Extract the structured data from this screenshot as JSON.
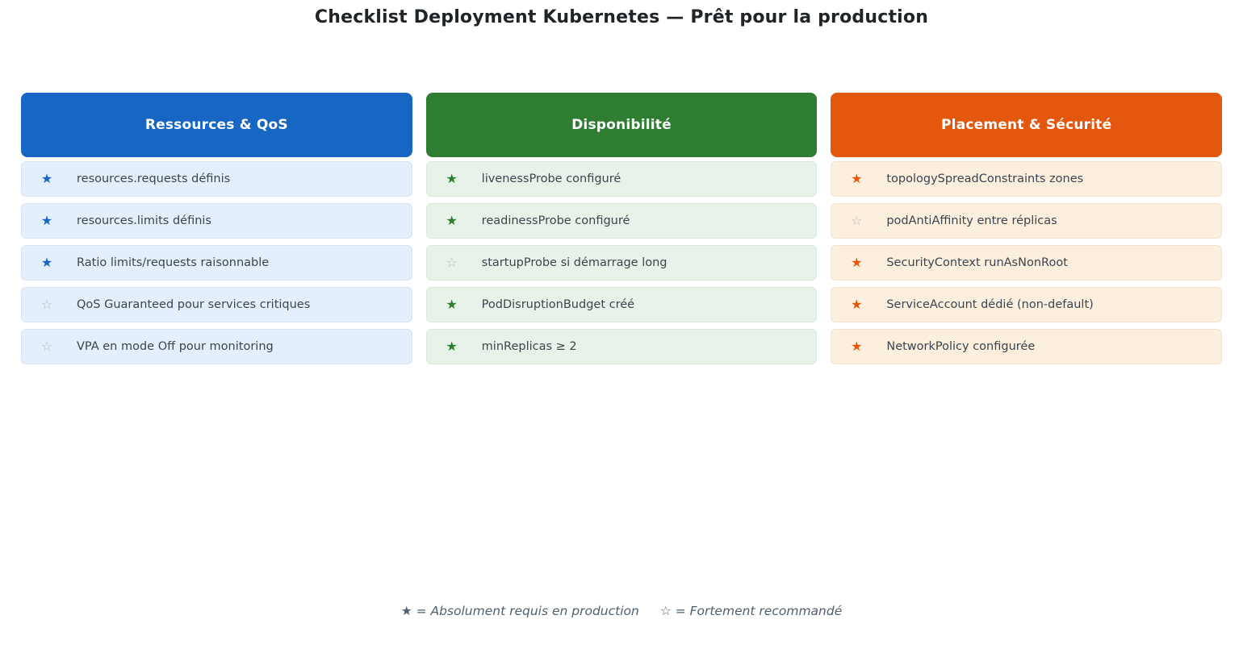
{
  "title": "Checklist Deployment Kubernetes — Prêt pour la production",
  "legend": {
    "filled_symbol": "★",
    "filled_text": "= Absolument requis en production",
    "outline_symbol": "☆",
    "outline_text": "= Fortement recommandé"
  },
  "colors": {
    "resources_accent": "#1766C4",
    "availability_accent": "#2E7D32",
    "security_accent": "#E4570E",
    "outline_star": "#b2bac1",
    "item_text": "#3a454f",
    "legend_text": "#4e6070"
  },
  "columns": [
    {
      "title": "Ressources & QoS",
      "accent": "#1766C4",
      "item_bg": "#E3EFFB",
      "item_border": "#D5E5F6",
      "items": [
        {
          "star": "★",
          "label": "resources.requests définis"
        },
        {
          "star": "★",
          "label": "resources.limits définis"
        },
        {
          "star": "★",
          "label": "Ratio limits/requests raisonnable"
        },
        {
          "star": "☆",
          "label": "QoS Guaranteed pour services critiques"
        },
        {
          "star": "☆",
          "label": "VPA en mode Off pour monitoring"
        }
      ]
    },
    {
      "title": "Disponibilité",
      "accent": "#2E7D32",
      "item_bg": "#E7F3E8",
      "item_border": "#D8EADA",
      "items": [
        {
          "star": "★",
          "label": "livenessProbe configuré"
        },
        {
          "star": "★",
          "label": "readinessProbe configuré"
        },
        {
          "star": "☆",
          "label": "startupProbe si démarrage long"
        },
        {
          "star": "★",
          "label": "PodDisruptionBudget créé"
        },
        {
          "star": "★",
          "label": "minReplicas ≥ 2"
        }
      ]
    },
    {
      "title": "Placement & Sécurité",
      "accent": "#E4570E",
      "item_bg": "#FCEFDD",
      "item_border": "#F5E3C8",
      "items": [
        {
          "star": "★",
          "label": "topologySpreadConstraints zones"
        },
        {
          "star": "☆",
          "label": "podAntiAffinity entre réplicas"
        },
        {
          "star": "★",
          "label": "SecurityContext runAsNonRoot"
        },
        {
          "star": "★",
          "label": "ServiceAccount dédié (non-default)"
        },
        {
          "star": "★",
          "label": "NetworkPolicy configurée"
        }
      ]
    }
  ]
}
